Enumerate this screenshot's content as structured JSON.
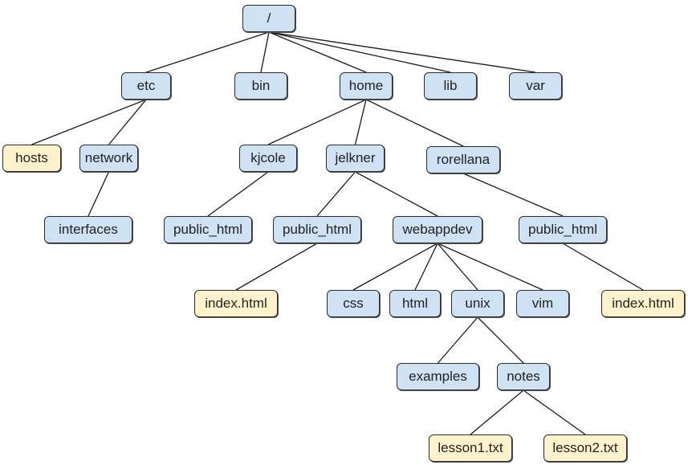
{
  "title": "Unix directory tree",
  "colors": {
    "directory": "#cfe2f3",
    "file": "#fff2cc",
    "edge": "#1a1a1a"
  },
  "nodes": [
    {
      "id": "root",
      "label": "/",
      "type": "dir"
    },
    {
      "id": "etc",
      "label": "etc",
      "type": "dir",
      "parent": "root"
    },
    {
      "id": "bin",
      "label": "bin",
      "type": "dir",
      "parent": "root"
    },
    {
      "id": "home",
      "label": "home",
      "type": "dir",
      "parent": "root"
    },
    {
      "id": "lib",
      "label": "lib",
      "type": "dir",
      "parent": "root"
    },
    {
      "id": "var",
      "label": "var",
      "type": "dir",
      "parent": "root"
    },
    {
      "id": "hosts",
      "label": "hosts",
      "type": "file",
      "parent": "etc"
    },
    {
      "id": "network",
      "label": "network",
      "type": "dir",
      "parent": "etc"
    },
    {
      "id": "interfaces",
      "label": "interfaces",
      "type": "dir",
      "parent": "network"
    },
    {
      "id": "kjcole",
      "label": "kjcole",
      "type": "dir",
      "parent": "home"
    },
    {
      "id": "jelkner",
      "label": "jelkner",
      "type": "dir",
      "parent": "home"
    },
    {
      "id": "rorellana",
      "label": "rorellana",
      "type": "dir",
      "parent": "home"
    },
    {
      "id": "kjcole_public",
      "label": "public_html",
      "type": "dir",
      "parent": "kjcole"
    },
    {
      "id": "jelkner_public",
      "label": "public_html",
      "type": "dir",
      "parent": "jelkner"
    },
    {
      "id": "webappdev",
      "label": "webappdev",
      "type": "dir",
      "parent": "jelkner"
    },
    {
      "id": "ror_public",
      "label": "public_html",
      "type": "dir",
      "parent": "rorellana"
    },
    {
      "id": "jelkner_index",
      "label": "index.html",
      "type": "file",
      "parent": "jelkner_public"
    },
    {
      "id": "css",
      "label": "css",
      "type": "dir",
      "parent": "webappdev"
    },
    {
      "id": "html",
      "label": "html",
      "type": "dir",
      "parent": "webappdev"
    },
    {
      "id": "unix",
      "label": "unix",
      "type": "dir",
      "parent": "webappdev"
    },
    {
      "id": "vim",
      "label": "vim",
      "type": "dir",
      "parent": "webappdev"
    },
    {
      "id": "ror_index",
      "label": "index.html",
      "type": "file",
      "parent": "ror_public"
    },
    {
      "id": "examples",
      "label": "examples",
      "type": "dir",
      "parent": "unix"
    },
    {
      "id": "notes",
      "label": "notes",
      "type": "dir",
      "parent": "unix"
    },
    {
      "id": "lesson1",
      "label": "lesson1.txt",
      "type": "file",
      "parent": "notes"
    },
    {
      "id": "lesson2",
      "label": "lesson2.txt",
      "type": "file",
      "parent": "notes"
    }
  ]
}
